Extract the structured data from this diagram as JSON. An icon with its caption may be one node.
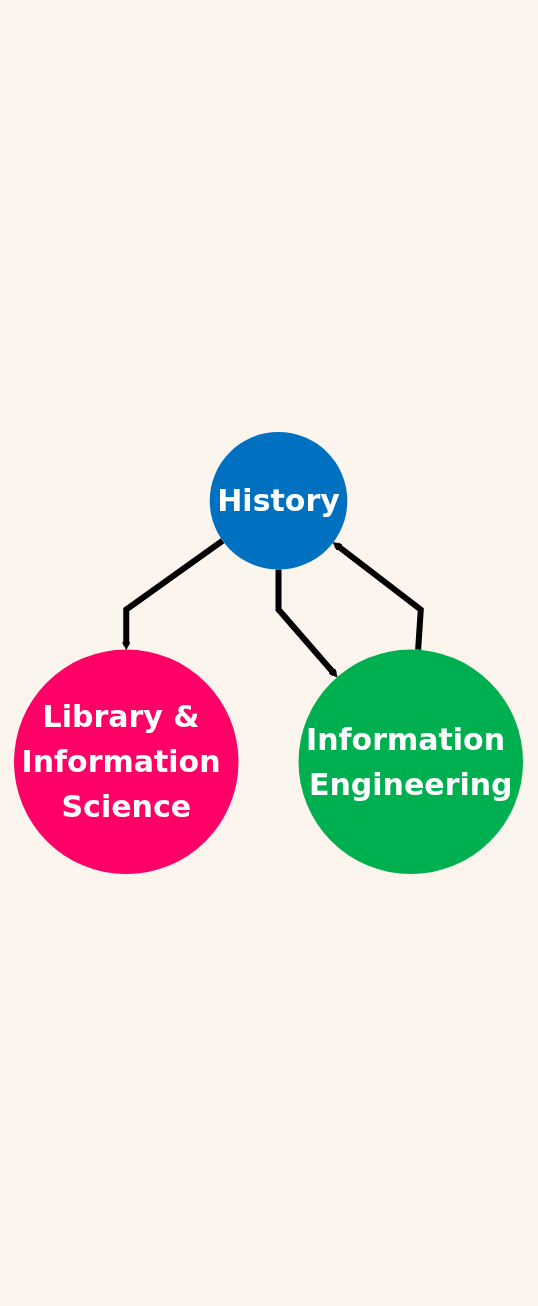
{
  "diagram": {
    "nodes": [
      {
        "text": [
          "History"
        ]
      },
      {
        "text": [
          "Library & Information Science"
        ]
      },
      {
        "text": [
          "Information Engineering"
        ]
      }
    ],
    "edges": [
      {
        "from": 0,
        "to": 1,
        "arrow": "to"
      },
      {
        "from": 0,
        "to": 2,
        "arrow": "to"
      },
      {
        "from": 2,
        "to": 0,
        "arrow": "to"
      }
    ]
  }
}
